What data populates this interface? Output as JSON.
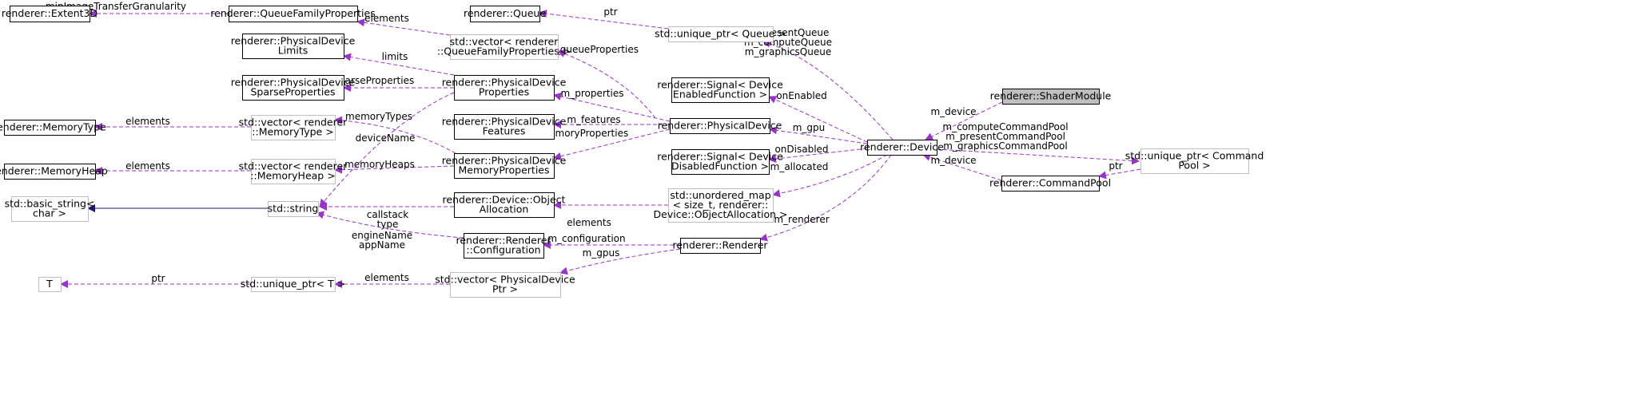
{
  "colors": {
    "edge_usage": "#9a32cd",
    "edge_inherit": "#191970",
    "node_border": "#000000",
    "node_border_external": "#bfbfbf",
    "highlight_fill": "#bfbfbf"
  },
  "nodes": {
    "extent3d": [
      "renderer::Extent3D"
    ],
    "qfp": [
      "renderer::QueueFamilyProperties"
    ],
    "queue": [
      "renderer::Queue"
    ],
    "uptr_queue": [
      "std::unique_ptr< Queue >"
    ],
    "pdl": [
      "renderer::PhysicalDevice",
      "Limits"
    ],
    "vec_qfp": [
      "std::vector< renderer",
      "::QueueFamilyProperties >"
    ],
    "pdsp": [
      "renderer::PhysicalDevice",
      "SparseProperties"
    ],
    "pdp": [
      "renderer::PhysicalDevice",
      "Properties"
    ],
    "sig_en": [
      "renderer::Signal< Device",
      "EnabledFunction >"
    ],
    "shader": [
      "renderer::ShaderModule"
    ],
    "memtype": [
      "renderer::MemoryType"
    ],
    "vec_mt": [
      "std::vector< renderer",
      "::MemoryType >"
    ],
    "pdf": [
      "renderer::PhysicalDevice",
      "Features"
    ],
    "pd": [
      "renderer::PhysicalDevice"
    ],
    "device": [
      "renderer::Device"
    ],
    "uptr_cp": [
      "std::unique_ptr< Command",
      "Pool >"
    ],
    "memheap": [
      "renderer::MemoryHeap"
    ],
    "vec_mh": [
      "std::vector< renderer",
      "::MemoryHeap >"
    ],
    "pdmp": [
      "renderer::PhysicalDevice",
      "MemoryProperties"
    ],
    "sig_dis": [
      "renderer::Signal< Device",
      "DisabledFunction >"
    ],
    "cmdpool": [
      "renderer::CommandPool"
    ],
    "basic_string": [
      "std::basic_string<",
      "char >"
    ],
    "string": [
      "std::string"
    ],
    "objalloc": [
      "renderer::Device::Object",
      "Allocation"
    ],
    "umap": [
      "std::unordered_map",
      "< size_t, renderer::",
      "Device::ObjectAllocation >"
    ],
    "rconf": [
      "renderer::Renderer",
      "::Configuration"
    ],
    "renderer": [
      "renderer::Renderer"
    ],
    "T": [
      "T"
    ],
    "uptr_t": [
      "std::unique_ptr< T >"
    ],
    "vec_pdp": [
      "std::vector< PhysicalDevice",
      "Ptr >"
    ]
  },
  "edges": [
    {
      "kind": "usage",
      "labels": [
        "minImageTransferGranularity"
      ]
    },
    {
      "kind": "usage",
      "labels": [
        "elements"
      ]
    },
    {
      "kind": "usage",
      "labels": [
        "ptr"
      ]
    },
    {
      "kind": "usage",
      "labels": [
        "m_presentQueue",
        "m_computeQueue",
        "m_graphicsQueue"
      ]
    },
    {
      "kind": "usage",
      "labels": [
        "limits"
      ]
    },
    {
      "kind": "usage",
      "labels": [
        "m_queueProperties"
      ]
    },
    {
      "kind": "usage",
      "labels": [
        "sparseProperties"
      ]
    },
    {
      "kind": "usage",
      "labels": [
        "m_properties"
      ]
    },
    {
      "kind": "usage",
      "labels": [
        "onEnabled"
      ]
    },
    {
      "kind": "usage",
      "labels": [
        "m_device"
      ]
    },
    {
      "kind": "usage",
      "labels": [
        "elements"
      ]
    },
    {
      "kind": "usage",
      "labels": [
        "memoryTypes"
      ]
    },
    {
      "kind": "usage",
      "labels": [
        "m_features"
      ]
    },
    {
      "kind": "usage",
      "labels": [
        "m_gpu"
      ]
    },
    {
      "kind": "usage",
      "labels": [
        "m_computeCommandPool",
        "m_presentCommandPool",
        "m_graphicsCommandPool"
      ]
    },
    {
      "kind": "usage",
      "labels": [
        "ptr"
      ]
    },
    {
      "kind": "usage",
      "labels": [
        "m_device"
      ]
    },
    {
      "kind": "usage",
      "labels": [
        "elements"
      ]
    },
    {
      "kind": "usage",
      "labels": [
        "memoryHeaps"
      ]
    },
    {
      "kind": "usage",
      "labels": [
        "m_memoryProperties"
      ]
    },
    {
      "kind": "usage",
      "labels": [
        "deviceName"
      ]
    },
    {
      "kind": "usage",
      "labels": [
        "onDisabled"
      ]
    },
    {
      "kind": "usage",
      "labels": [
        "m_allocated"
      ]
    },
    {
      "kind": "inherit",
      "labels": []
    },
    {
      "kind": "usage",
      "labels": [
        "callstack",
        "type"
      ]
    },
    {
      "kind": "usage",
      "labels": [
        "engineName",
        "appName"
      ]
    },
    {
      "kind": "usage",
      "labels": [
        "elements"
      ]
    },
    {
      "kind": "usage",
      "labels": [
        "m_configuration"
      ]
    },
    {
      "kind": "usage",
      "labels": [
        "m_renderer"
      ]
    },
    {
      "kind": "usage",
      "labels": [
        "ptr"
      ]
    },
    {
      "kind": "usage",
      "labels": [
        "elements"
      ]
    },
    {
      "kind": "usage",
      "labels": [
        "m_gpus"
      ]
    }
  ]
}
